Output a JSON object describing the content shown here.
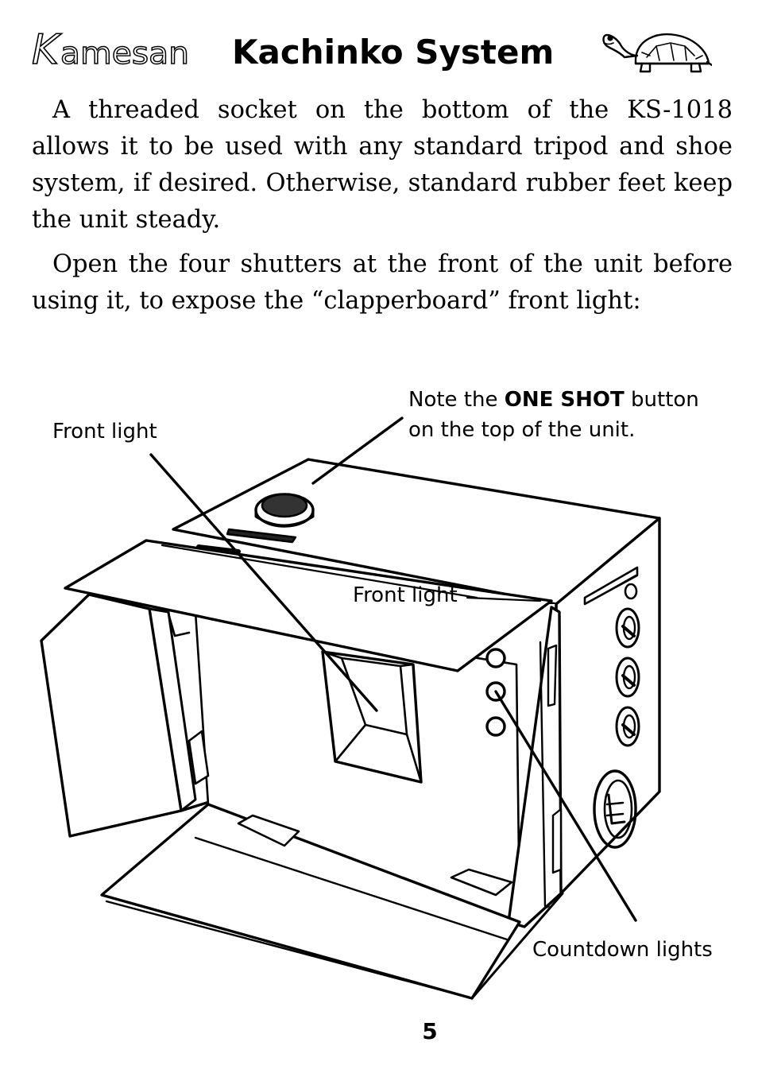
{
  "header": {
    "brand": "Kamesan",
    "title": "Kachinko System"
  },
  "paragraphs": [
    "A threaded socket on the bottom of the KS-1018 allows it to be used with any standard tripod and shoe system, if desired. Otherwise, standard rubber feet keep the unit steady.",
    "Open the four shutters at the front of the unit before using it, to expose the “clapperboard” front light:"
  ],
  "callouts": {
    "front_light_left": "Front light",
    "front_light_mid": "Front light",
    "one_shot": {
      "prefix": "Note the ",
      "strong": "ONE SHOT",
      "suffix_line1": " button",
      "line2": "on the top of the unit."
    },
    "countdown": "Countdown lights"
  },
  "page_number": "5",
  "icons": {
    "brand_logo": "kamesan-wordmark",
    "mascot": "turtle-icon"
  }
}
